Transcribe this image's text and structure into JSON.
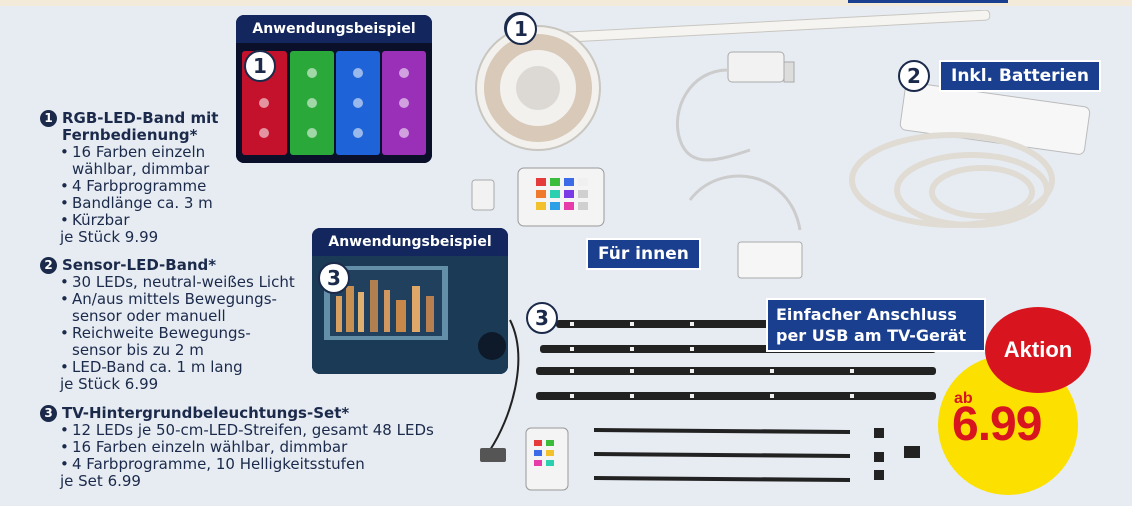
{
  "labels": {
    "example_1": "Anwendungsbeispiel",
    "example_3": "Anwendungsbeispiel",
    "batteries": "Inkl. Batterien",
    "indoor": "Für innen",
    "usb_connect": "Einfacher Anschluss per USB am TV-Gerät"
  },
  "numbers": [
    "1",
    "2",
    "3"
  ],
  "products": [
    {
      "num": "1",
      "title": "RGB-LED-Band mit Fernbedienung*",
      "bullets": [
        "16 Farben einzeln wählbar, dimmbar",
        "4 Farbprogramme",
        "Bandlänge ca. 3 m",
        "Kürzbar"
      ],
      "price_line": "je Stück 9.99"
    },
    {
      "num": "2",
      "title": "Sensor-LED-Band*",
      "bullets": [
        "30 LEDs, neutral-weißes Licht",
        "An/aus mittels Bewegungs-sensor oder manuell",
        "Reichweite Bewegungs-sensor bis zu 2 m",
        "LED-Band ca. 1 m lang"
      ],
      "price_line": "je Stück 6.99"
    },
    {
      "num": "3",
      "title": "TV-Hintergrundbeleuchtungs-Set*",
      "bullets": [
        "12 LEDs je 50-cm-LED-Streifen, gesamt 48 LEDs",
        "16 Farben einzeln wählbar, dimmbar",
        "4 Farbprogramme, 10 Helligkeitsstufen"
      ],
      "price_line": "je Set 6.99"
    }
  ],
  "price": {
    "aktion": "Aktion",
    "ab": "ab",
    "value": "6.99"
  },
  "colors": {
    "brand_blue": "#1b3f8f",
    "red": "#d8141e",
    "yellow": "#fbe000"
  }
}
